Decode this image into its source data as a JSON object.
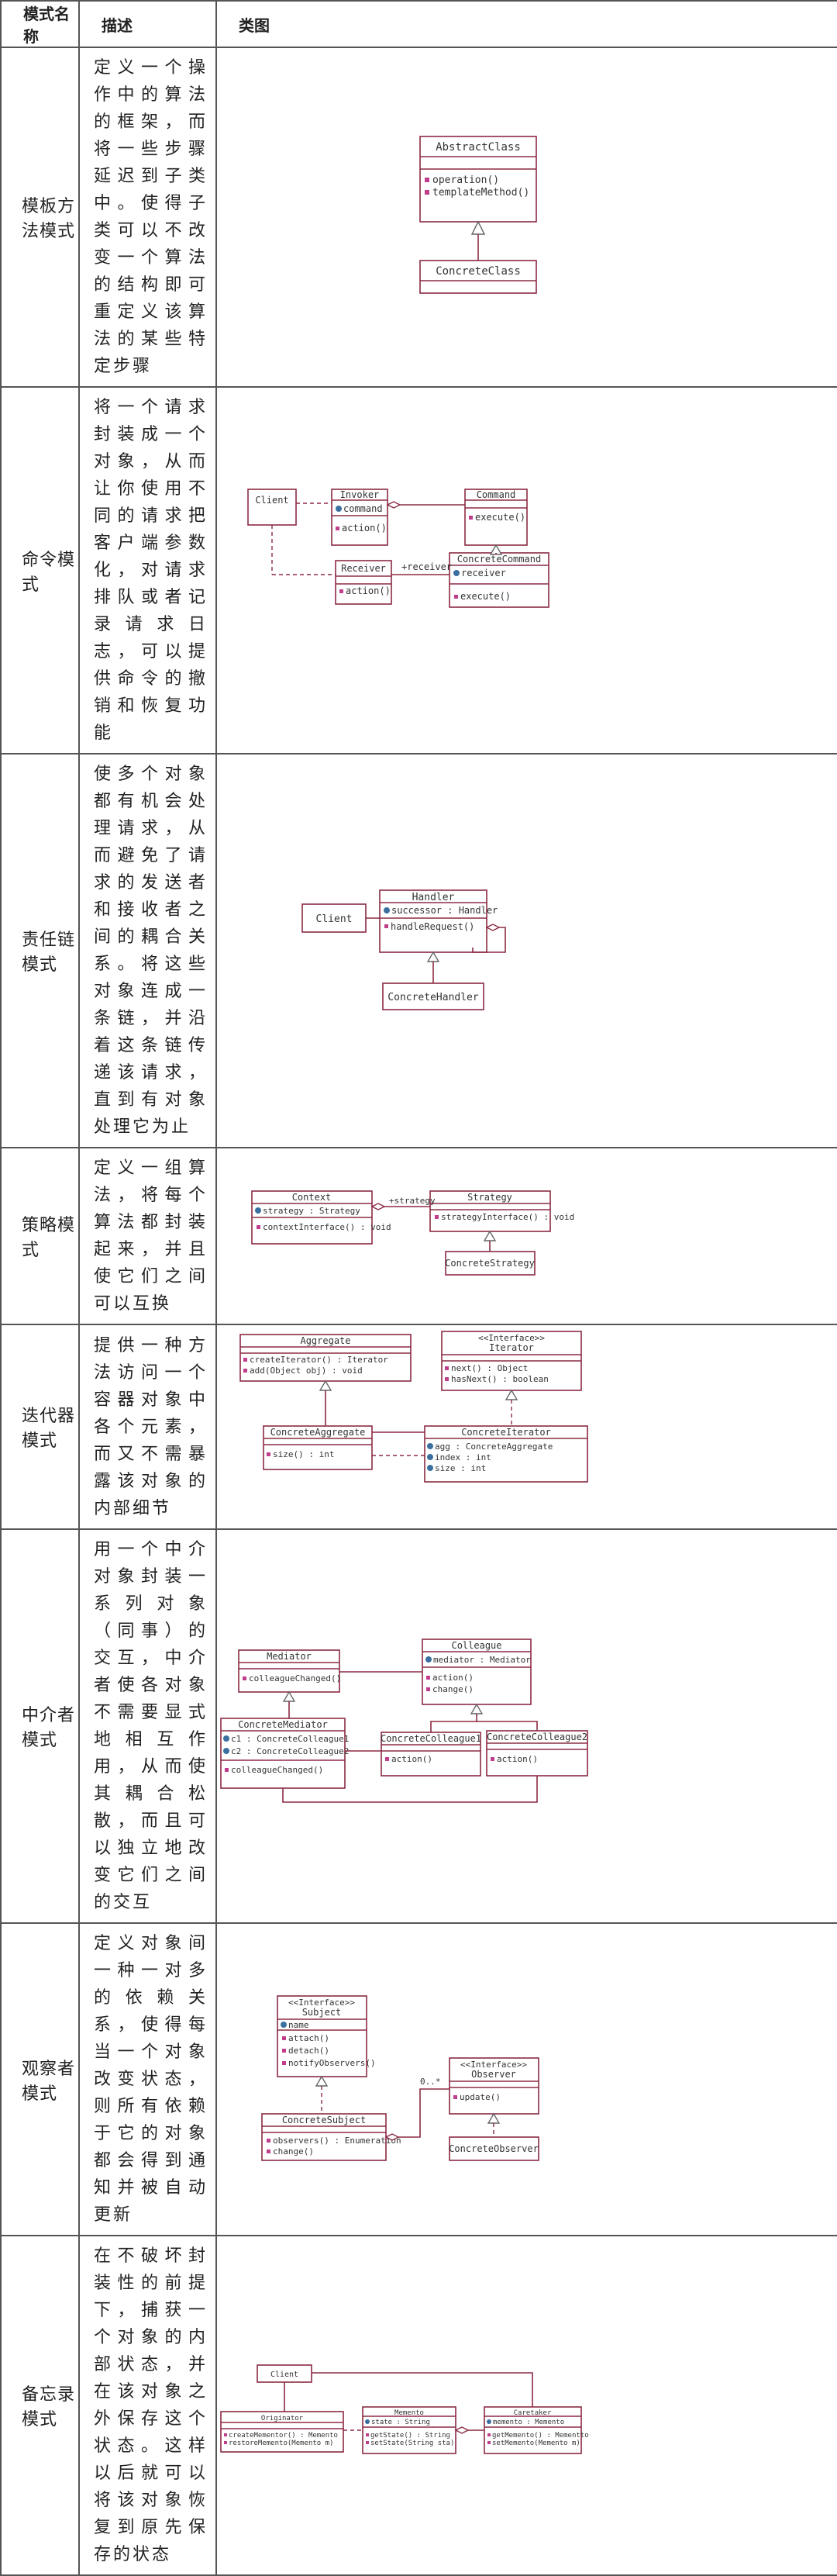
{
  "header": {
    "col_name": "模式名称",
    "col_desc": "描述",
    "col_diagram": "类图"
  },
  "rows": [
    {
      "name": "模板方法模式",
      "desc": "定义一个操作中的算法的框架，而将一些步骤延迟到子类中。使得子类可以不改变一个算法的结构即可重定义该算法的某些特定步骤",
      "diagram": {
        "abstract": "AbstractClass",
        "m1": "operation()",
        "m2": "templateMethod()",
        "concrete": "ConcreteClass"
      }
    },
    {
      "name": "命令模式",
      "desc": "将一个请求封装成一个对象，从而让你使用不同的请求把客户端参数化，对请求排队或者记录请求日志，可以提供命令的撤销和恢复功能",
      "diagram": {
        "client": "Client",
        "invoker": "Invoker",
        "inv_attr": "command",
        "inv_op": "action()",
        "command": "Command",
        "cmd_op": "execute()",
        "receiver": "Receiver",
        "rec_op": "action()",
        "assoc": "+receiver",
        "concrete": "ConcreteCommand",
        "cc_attr": "receiver",
        "cc_op": "execute()"
      }
    },
    {
      "name": "责任链模式",
      "desc": "使多个对象都有机会处理请求，从而避免了请求的发送者和接收者之间的耦合关系。将这些对象连成一条链，并沿着这条链传递该请求，直到有对象处理它为止",
      "diagram": {
        "client": "Client",
        "handler": "Handler",
        "attr": "successor : Handler",
        "op": "handleRequest()",
        "concrete": "ConcreteHandler"
      }
    },
    {
      "name": "策略模式",
      "desc": "定义一组算法，将每个算法都封装起来，并且使它们之间可以互换",
      "diagram": {
        "context": "Context",
        "ctx_attr": "strategy : Strategy",
        "ctx_op": "contextInterface() : void",
        "assoc": "+strategy",
        "strategy": "Strategy",
        "st_op": "strategyInterface() : void",
        "concrete": "ConcreteStrategy"
      }
    },
    {
      "name": "迭代器模式",
      "desc": "提供一种方法访问一个容器对象中各个元素，而又不需暴露该对象的内部细节",
      "diagram": {
        "aggregate": "Aggregate",
        "ag_op1": "createIterator() : Iterator",
        "ag_op2": "add(Object obj) : void",
        "it_stereo": "<<Interface>>",
        "iterator": "Iterator",
        "it_op1": "next() : Object",
        "it_op2": "hasNext() : boolean",
        "c_agg": "ConcreteAggregate",
        "ca_op": "size() : int",
        "c_it": "ConcreteIterator",
        "ci_a1": "agg : ConcreteAggregate",
        "ci_a2": "index : int",
        "ci_a3": "size : int"
      }
    },
    {
      "name": "中介者模式",
      "desc": "用一个中介对象封装一系列对象（同事）的交互，中介者使各对象不需要显式地相互作用，从而使其耦合松散，而且可以独立地改变它们之间的交互",
      "diagram": {
        "mediator": "Mediator",
        "med_op": "colleagueChanged()",
        "colleague": "Colleague",
        "col_attr": "mediator : Mediator",
        "col_op1": "action()",
        "col_op2": "change()",
        "c_med": "ConcreteMediator",
        "cm_a1": "c1 : ConcreteColleague1",
        "cm_a2": "c2 : ConcreteColleague2",
        "cm_op": "colleagueChanged()",
        "cc1": "ConcreteColleague1",
        "cc1_op": "action()",
        "cc2": "ConcreteColleague2",
        "cc2_op": "action()"
      }
    },
    {
      "name": "观察者模式",
      "desc": "定义对象间一种一对多的依赖关系，使得每当一个对象改变状态，则所有依赖于它的对象都会得到通知并被自动更新",
      "diagram": {
        "sub_stereo": "<<Interface>>",
        "subject": "Subject",
        "sub_attr": "name",
        "sub_op1": "attach()",
        "sub_op2": "detach()",
        "sub_op3": "notifyObservers()",
        "obs_stereo": "<<Interface>>",
        "observer": "Observer",
        "obs_op": "update()",
        "mult": "0..*",
        "c_sub": "ConcreteSubject",
        "cs_op1": "observers() : Enumeration",
        "cs_op2": "change()",
        "c_obs": "ConcreteObserver"
      }
    },
    {
      "name": "备忘录模式",
      "desc": "在不破坏封装性的前提下，捕获一个对象的内部状态，并在该对象之外保存这个状态。这样以后就可以将该对象恢复到原先保存的状态",
      "diagram": {
        "client": "Client",
        "originator": "Originator",
        "or_op1": "createMementor() : Memento",
        "or_op2": "restoreMemento(Memento m)",
        "memento": "Memento",
        "me_attr": "state : String",
        "me_op1": "getState() : String",
        "me_op2": "setState(String sta)",
        "caretaker": "Caretaker",
        "ct_attr": "memento : Memento",
        "ct_op1": "getMemento() : Mementto",
        "ct_op2": "setMemento(Memento m)"
      }
    }
  ]
}
